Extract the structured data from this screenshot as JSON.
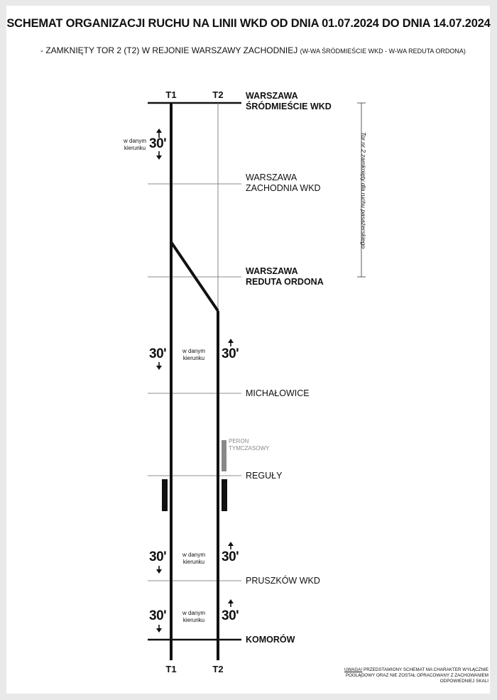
{
  "title": "SCHEMAT ORGANIZACJI RUCHU NA LINII WKD OD DNIA 01.07.2024 DO DNIA 14.07.2024",
  "subtitle": {
    "main": "- ZAMKNIĘTY TOR 2 (T2) W REJONIE WARSZAWY ZACHODNIEJ",
    "detail": "(W-WA ŚRÓDMIEŚCIE WKD - W-WA REDUTA ORDONA)"
  },
  "tracks": {
    "t1": "T1",
    "t2": "T2"
  },
  "stations": {
    "srodmiescie_line1": "WARSZAWA",
    "srodmiescie_line2": "ŚRÓDMIEŚCIE WKD",
    "zachodnia_line1": "WARSZAWA",
    "zachodnia_line2": "ZACHODNIA WKD",
    "reduta_line1": "WARSZAWA",
    "reduta_line2": "REDUTA ORDONA",
    "michalowice": "MICHAŁOWICE",
    "reguly": "REGUŁY",
    "pruszkow": "PRUSZKÓW WKD",
    "komorow": "KOMORÓW"
  },
  "frequency": "30'",
  "direction_note": {
    "line1": "w danym",
    "line2": "kierunku"
  },
  "closure_note": "Tor nr 2 zamknięty dla ruchu pasażerskiego",
  "temporary_platform": {
    "line1": "PERON",
    "line2": "TYMCZASOWY"
  },
  "disclaimer": {
    "label": "UWAGA!",
    "text": " PRZEDSTAWIONY SCHEMAT MA CHARAKTER WYŁĄCZNIE POGLĄDOWY ORAZ NIE ZOSTAŁ OPRACOWANY Z ZACHOWANIEM ODPOWIEDNIEJ SKALI"
  }
}
